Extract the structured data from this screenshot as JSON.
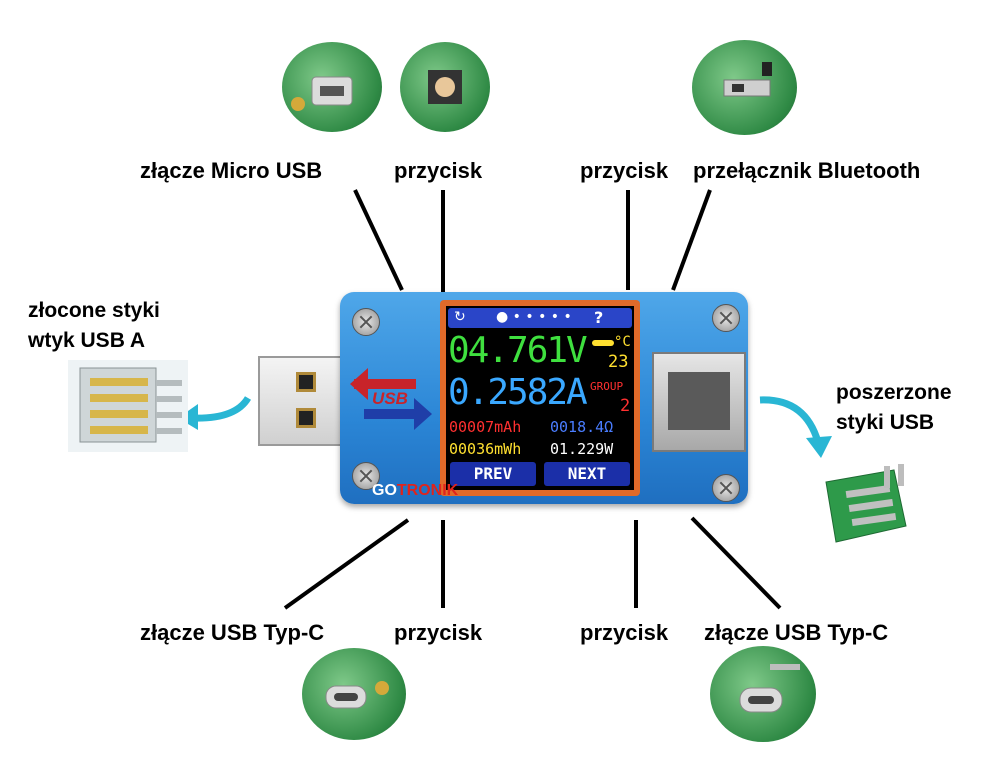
{
  "labels": {
    "micro_usb": "złącze Micro USB",
    "button_tl": "przycisk",
    "button_tr": "przycisk",
    "bluetooth": "przełącznik Bluetooth",
    "gold_pins_line1": "złocone styki",
    "gold_pins_line2": "wtyk USB A",
    "wide_pins_line1": "poszerzone",
    "wide_pins_line2": "styki USB",
    "usb_c_left": "złącze USB Typ-C",
    "button_bl": "przycisk",
    "button_br": "przycisk",
    "usb_c_right": "złącze USB Typ-C"
  },
  "screen": {
    "voltage": "04.761V",
    "temp_unit": "°C",
    "temp_value": "23",
    "current": "0.2582A",
    "group_label": "GROUP",
    "group_value": "2",
    "mah": "00007mAh",
    "ohm": "0018.4Ω",
    "mwh": "00036mWh",
    "watt": "01.229W",
    "prev": "PREV",
    "next": "NEXT",
    "status_question": "?"
  },
  "device": {
    "logo_text": "USB",
    "brand_part1": "GO",
    "brand_part2": "TRONIK"
  },
  "colors": {
    "voltage": "#3fe03f",
    "current": "#3aa8ff",
    "mah": "#ff3030",
    "ohm": "#4a7dff",
    "mwh": "#ffe030",
    "watt": "#ffffff",
    "temp": "#ffe030",
    "group": "#ff3030",
    "device_blue": "#2b86d6",
    "arrow_teal": "#29b6d4"
  }
}
